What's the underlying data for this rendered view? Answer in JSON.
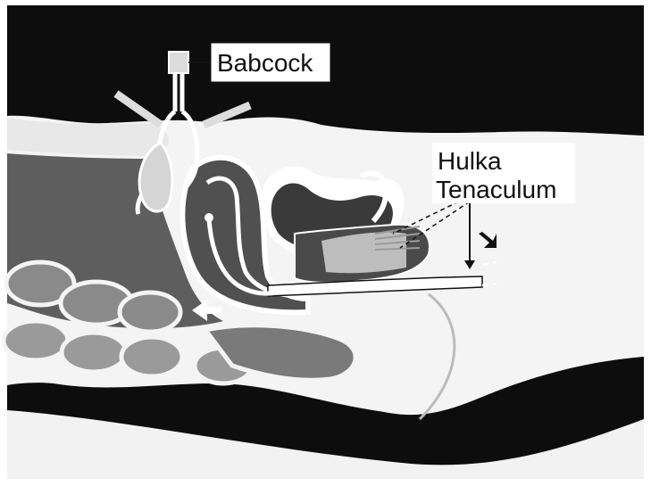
{
  "figure": {
    "labels": {
      "babcock": "Babcock",
      "hulka_line1": "Hulka",
      "hulka_line2": "Tenaculum"
    },
    "colors": {
      "background": "#0d0d0d",
      "flesh": "#f4f4f4",
      "tissue_gray": "#6f6f6f",
      "dark_gray": "#3a3a3a",
      "light_gray": "#bdbdbd",
      "outline": "#ffffff"
    }
  }
}
